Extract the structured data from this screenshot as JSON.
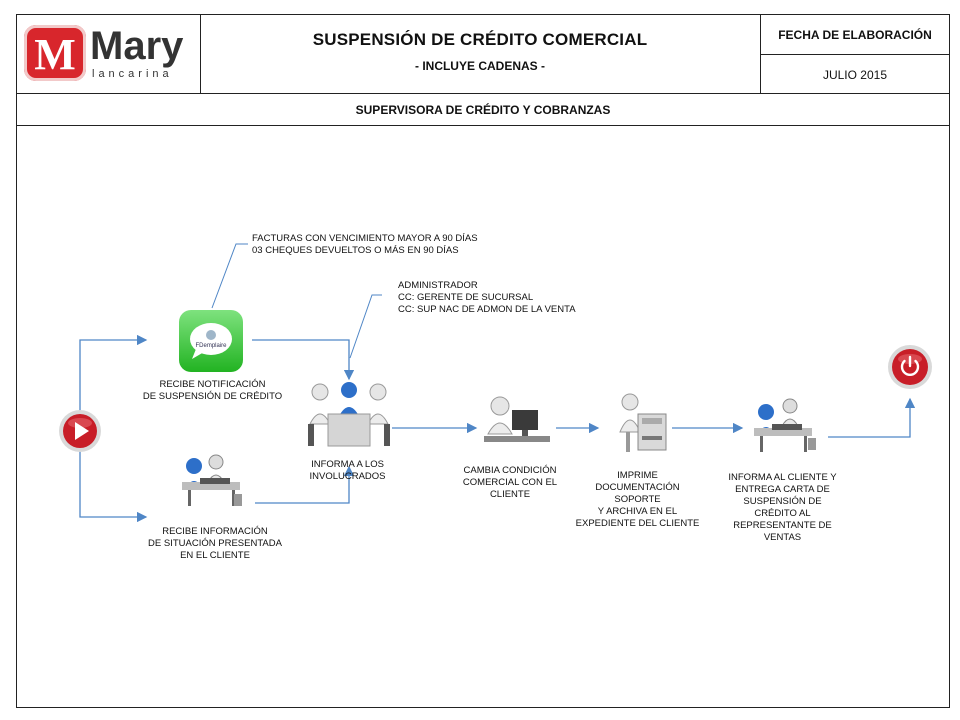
{
  "header": {
    "logo_text": "Mary",
    "logo_sub": "lancarina",
    "logo_letter": "M",
    "title": "SUSPENSIÓN  DE CRÉDITO COMERCIAL",
    "subtitle": "- INCLUYE CADENAS -",
    "date_label": "FECHA DE ELABORACIÓN",
    "date_value": "JULIO 2015",
    "role": "SUPERVISORA DE CRÉDITO Y COBRANZAS"
  },
  "notes": {
    "n1_line1": "FACTURAS CON VENCIMIENTO MAYOR A 90 DÍAS",
    "n1_line2": "03 CHEQUES DEVUELTOS O MÁS EN 90 DÍAS",
    "n2_line1": "ADMINISTRADOR",
    "n2_line2": "CC: GERENTE DE SUCURSAL",
    "n2_line3": "CC: SUP NAC DE ADMON DE LA VENTA"
  },
  "steps": {
    "s1_line1": "RECIBE NOTIFICACIÓN",
    "s1_line2": "DE SUSPENSIÓN DE CRÉDITO",
    "s1_icon_text": "FDemplaire",
    "s2_line1": "RECIBE INFORMACIÓN",
    "s2_line2": "DE SITUACIÓN PRESENTADA",
    "s2_line3": "EN EL CLIENTE",
    "s3_line1": "INFORMA A LOS",
    "s3_line2": "INVOLUCRADOS",
    "s4_line1": "CAMBIA CONDICIÓN",
    "s4_line2": "COMERCIAL CON EL",
    "s4_line3": "CLIENTE",
    "s5_line1": "IMPRIME",
    "s5_line2": "DOCUMENTACIÓN",
    "s5_line3": "SOPORTE",
    "s5_line4": "Y ARCHIVA EN EL",
    "s5_line5": "EXPEDIENTE DEL CLIENTE",
    "s6_line1": "INFORMA AL CLIENTE Y",
    "s6_line2": "ENTREGA CARTA DE",
    "s6_line3": "SUSPENSIÓN DE",
    "s6_line4": "CRÉDITO AL",
    "s6_line5": "REPRESENTANTE DE",
    "s6_line6": "VENTAS"
  },
  "colors": {
    "arrow": "#4f86c6",
    "start_red": "#c81e28",
    "end_red": "#c81e28",
    "green_icon": "#3cc63c",
    "person_blue": "#2d6fc9"
  }
}
